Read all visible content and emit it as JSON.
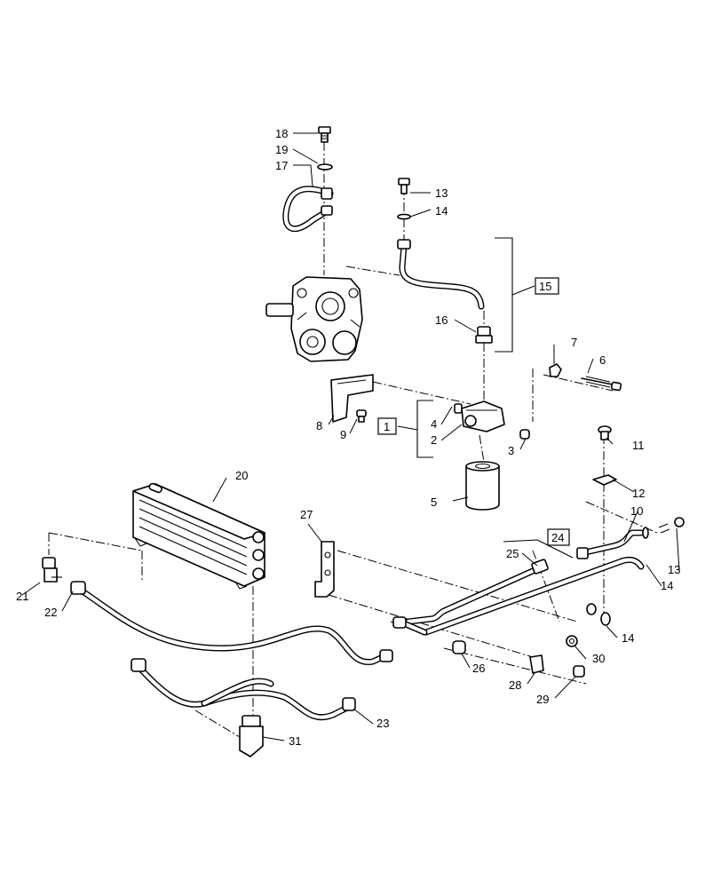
{
  "callouts": {
    "c1": "1",
    "c2": "2",
    "c3": "3",
    "c4": "4",
    "c5": "5",
    "c6": "6",
    "c7": "7",
    "c8": "8",
    "c9": "9",
    "c10": "10",
    "c11": "11",
    "c12": "12",
    "c13a": "13",
    "c13b": "13",
    "c14a": "14",
    "c14b": "14",
    "c14c": "14",
    "c15": "15",
    "c16": "16",
    "c17": "17",
    "c18": "18",
    "c19": "19",
    "c20": "20",
    "c21": "21",
    "c22": "22",
    "c23": "23",
    "c24": "24",
    "c25": "25",
    "c26": "26",
    "c27": "27",
    "c28": "28",
    "c29": "29",
    "c30": "30",
    "c31": "31"
  }
}
